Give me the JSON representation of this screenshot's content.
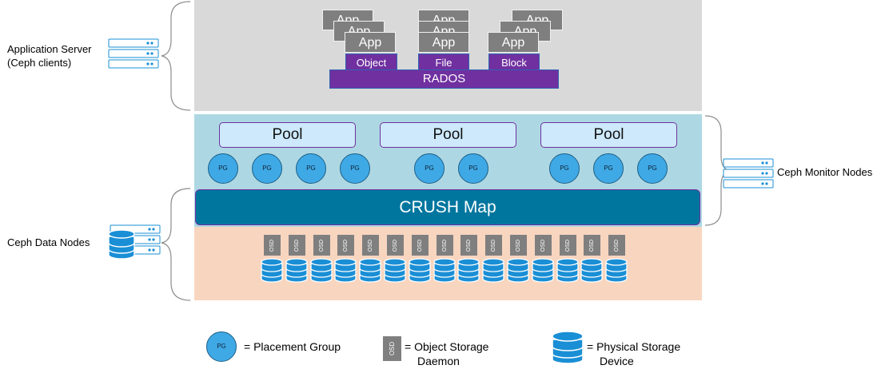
{
  "labels": {
    "application_server_line1": "Application Server",
    "application_server_line2": "(Ceph clients)",
    "monitor_nodes": "Ceph Monitor Nodes",
    "data_nodes": "Ceph Data Nodes"
  },
  "apps": {
    "label": "App"
  },
  "interfaces": [
    "Object",
    "File",
    "Block"
  ],
  "rados": "RADOS",
  "pools": [
    "Pool",
    "Pool",
    "Pool"
  ],
  "pg_label": "PG",
  "pg_groups": [
    4,
    2,
    3
  ],
  "crush": "CRUSH Map",
  "osd": {
    "label": "OSD",
    "count": 15
  },
  "legend": {
    "pg_symbol": "PG",
    "pg_text": "= Placement Group",
    "osd_symbol": "OSD",
    "osd_text_line1": "= Object Storage",
    "osd_text_line2": "Daemon",
    "disk_text_line1": "= Physical Storage",
    "disk_text_line2": "Device"
  },
  "colors": {
    "app_band": "#d9d9d9",
    "monitor_band": "#add8e3",
    "data_band": "#f8d5bf",
    "purple": "#7030a0",
    "crush_blue": "#00769f",
    "pg_blue": "#3fa9e6",
    "disk_blue": "#1a8fd6",
    "osd_gray": "#7f7f7f"
  }
}
